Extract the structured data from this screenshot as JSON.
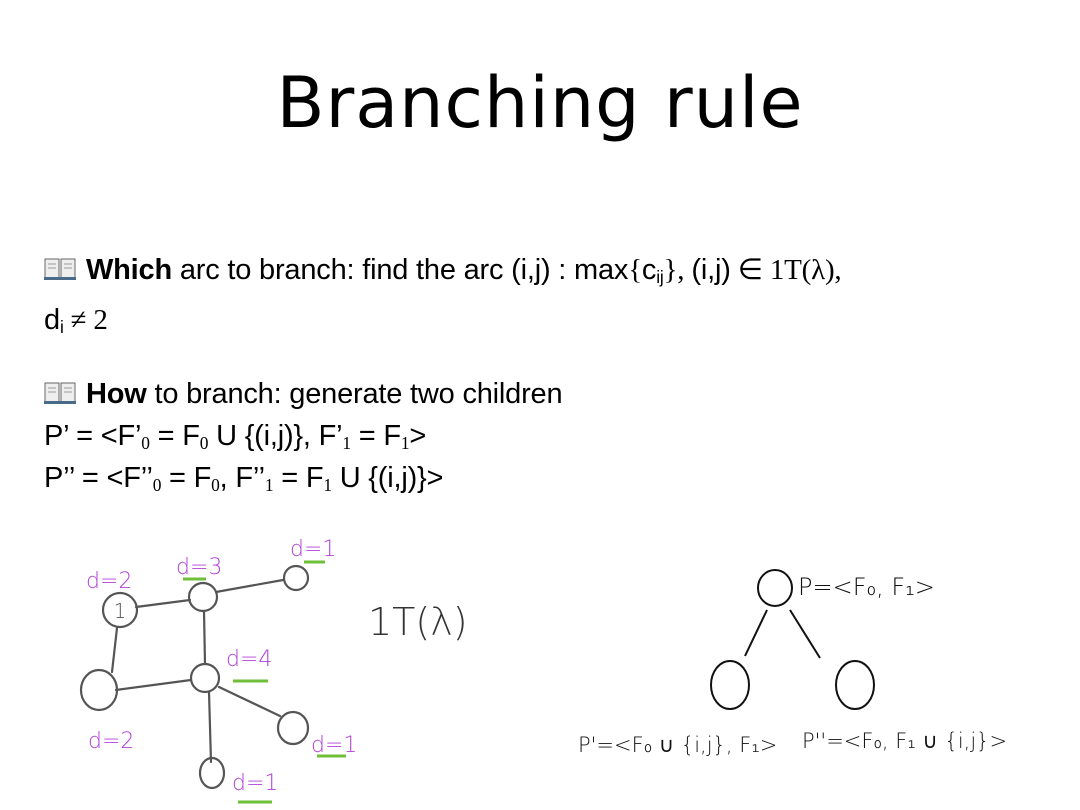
{
  "slide": {
    "title": "Branching rule",
    "bullet1": {
      "icon": "open-book-icon",
      "bold": "Which",
      "text": " arc to branch: find the arc ",
      "arc": "(i,j)",
      "colon": " : max",
      "brace_open": "{",
      "c": "c",
      "c_sub": "ij",
      "brace_close": "}",
      "comma": ", ",
      "arc2": "(i,j)",
      "in_tree": " ∈ 1T(λ),",
      "line2_d": "d",
      "line2_sub": "i",
      "line2_rest": " ≠ 2"
    },
    "bullet2": {
      "icon": "open-book-icon",
      "bold": "How",
      "text": " to branch: generate two children",
      "p1": "P’ = <F’",
      "p1_sub0": "0",
      "p1_mid": " = F",
      "p1_sub0b": "0",
      "p1_set": " U {(i,j)}, F’",
      "p1_sub1": "1",
      "p1_eq": " = F",
      "p1_sub1b": "1",
      "p1_end": ">",
      "p2": "P’’ = <F’’",
      "p2_sub0": "0",
      "p2_mid": " = F",
      "p2_sub0b": "0",
      "p2_comma": ", F’’",
      "p2_sub1": "1",
      "p2_eq": " = F",
      "p2_sub1b": "1",
      "p2_end": " U {(i,j)}>"
    }
  },
  "sketch": {
    "graph": {
      "node_label": "1",
      "degrees": [
        "d=2",
        "d=3",
        "d=1",
        "d=4",
        "d=2",
        "d=1",
        "d=1"
      ],
      "tree_label": "1T(λ)"
    },
    "tree": {
      "root": "P=<F₀, F₁>",
      "left": "P'=<F₀ ∪ {i,j}, F₁>",
      "right": "P''=<F₀, F₁ ∪ {i,j}>"
    },
    "colors": {
      "degree": "#b23fd9",
      "underline": "#6fbf3a",
      "graph": "#555555",
      "ink": "#111111"
    }
  }
}
